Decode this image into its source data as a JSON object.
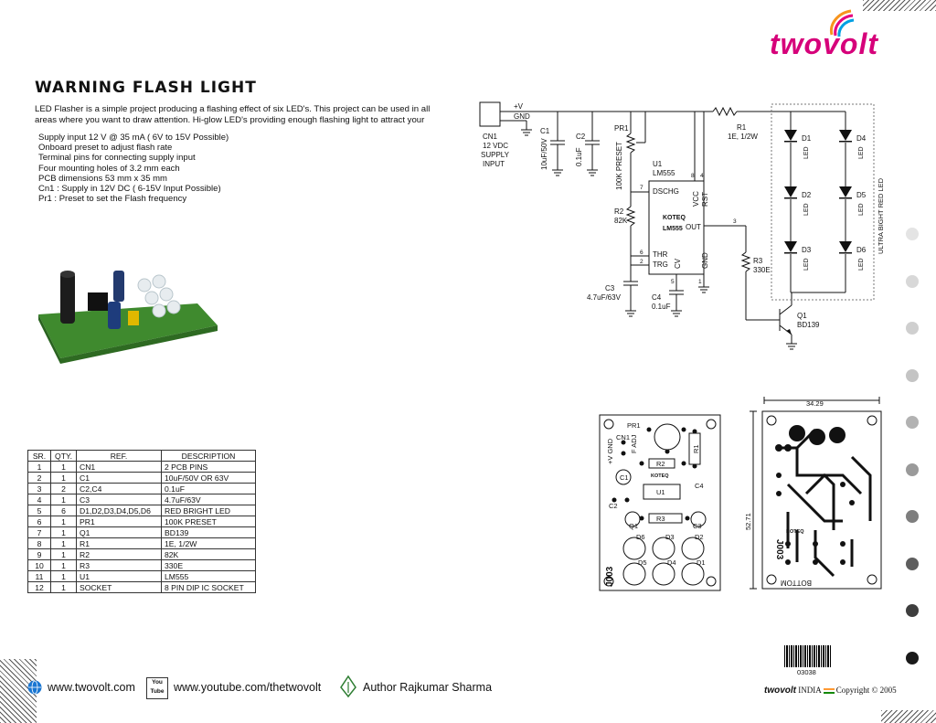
{
  "brand": {
    "name": "twovolt"
  },
  "title": "WARNING FLASH LIGHT",
  "intro": [
    "LED Flasher is a simple project producing a flashing effect of six LED's.  This project can be used in all",
    "areas where you want to draw attention.  Hi-glow LED's providing enough flashing light to attract your"
  ],
  "features": [
    "Supply input 12 V @ 35 mA ( 6V to 15V Possible)",
    "Onboard preset to adjust flash rate",
    "Terminal pins for connecting supply input",
    "Four mounting holes of 3.2 mm each",
    "PCB dimensions 53 mm x 35 mm",
    "Cn1 : Supply in 12V DC ( 6-15V Input Possible)",
    "Pr1 : Preset to set the Flash frequency"
  ],
  "bom": {
    "headers": [
      "SR.",
      "QTY.",
      "REF.",
      "DESCRIPTION"
    ],
    "rows": [
      [
        "1",
        "1",
        "CN1",
        "2 PCB PINS"
      ],
      [
        "2",
        "1",
        "C1",
        "10uF/50V OR 63V"
      ],
      [
        "3",
        "2",
        "C2,C4",
        "0.1uF"
      ],
      [
        "4",
        "1",
        "C3",
        "4.7uF/63V"
      ],
      [
        "5",
        "6",
        "D1,D2,D3,D4,D5,D6",
        "RED BRIGHT LED"
      ],
      [
        "6",
        "1",
        "PR1",
        "100K PRESET"
      ],
      [
        "7",
        "1",
        "Q1",
        "BD139"
      ],
      [
        "8",
        "1",
        "R1",
        "1E, 1/2W"
      ],
      [
        "9",
        "1",
        "R2",
        "82K"
      ],
      [
        "10",
        "1",
        "R3",
        "330E"
      ],
      [
        "11",
        "1",
        "U1",
        "LM555"
      ],
      [
        "12",
        "1",
        "SOCKET",
        "8 PIN DIP IC SOCKET"
      ]
    ]
  },
  "schematic": {
    "v_plus": "+V",
    "gnd": "GND",
    "cn1": "CN1",
    "vdc": "12 VDC",
    "supply": "SUPPLY",
    "input": "INPUT",
    "c1_name": "C1",
    "c1_val": "10uF/50V",
    "c2_name": "C2",
    "c2_val": "0.1uF",
    "pr1_name": "PR1",
    "pr1_val": "100K PRESET",
    "u1_name": "U1",
    "u1_type": "LM555",
    "ic_logo": "KOTEQ",
    "ic_part": "LM555",
    "dschg": "DSCHG",
    "vcc": "VCC",
    "rst": "RST",
    "out": "OUT",
    "thr": "THR",
    "trg": "TRG",
    "cv": "CV",
    "ic_gnd": "GND",
    "pin8": "8",
    "pin4": "4",
    "pin7": "7",
    "pin6": "6",
    "pin2": "2",
    "pin3": "3",
    "pin5": "5",
    "pin1": "1",
    "r1_name": "R1",
    "r1_val": "1E, 1/2W",
    "r2_name": "R2",
    "r2_val": "82K",
    "r3_name": "R3",
    "r3_val": "330E",
    "c3_name": "C3",
    "c3_val": "4.7uF/63V",
    "c4_name": "C4",
    "c4_val": "0.1uF",
    "q1_name": "Q1",
    "q1_val": "BD139",
    "d1": "D1",
    "d2": "D2",
    "d3": "D3",
    "d4": "D4",
    "d5": "D5",
    "d6": "D6",
    "led": "LED",
    "ultra": "ULTRA BIGHT RED LED"
  },
  "pcb": {
    "dim_w": "34.29",
    "dim_h": "52.71",
    "code": "J003",
    "code2": "J003",
    "bottom": "BOTTOM",
    "logo": "KOTEQ",
    "pr1": "PR1",
    "adj": "F ADJ",
    "cn1": "CN1",
    "vgnd": "+V GND",
    "r1": "R1",
    "r2": "R2",
    "r3": "R3",
    "c1": "C1",
    "c2": "C2",
    "c3": "C3",
    "c4": "C4",
    "u1": "U1",
    "q1": "Q1",
    "d1": "D1",
    "d2": "D2",
    "d3": "D3",
    "d4": "D4",
    "d5": "D5",
    "d6": "D6"
  },
  "footer": {
    "site": "www.twovolt.com",
    "youtube_icon_text": "You Tube",
    "youtube": "www.youtube.com/thetwovolt",
    "author": "Author Rajkumar Sharma"
  },
  "barcode_number": "03038",
  "copyright": {
    "brand": "twovolt",
    "country": "INDIA",
    "text": "Copyright",
    "symbol": "©",
    "year": "2005"
  },
  "dots_colors": [
    "#e4e4e4",
    "#d8d8d8",
    "#cfcfcf",
    "#c4c4c4",
    "#b2b2b2",
    "#9a9a9a",
    "#7e7e7e",
    "#5e5e5e",
    "#3e3e3e",
    "#1a1a1a"
  ]
}
